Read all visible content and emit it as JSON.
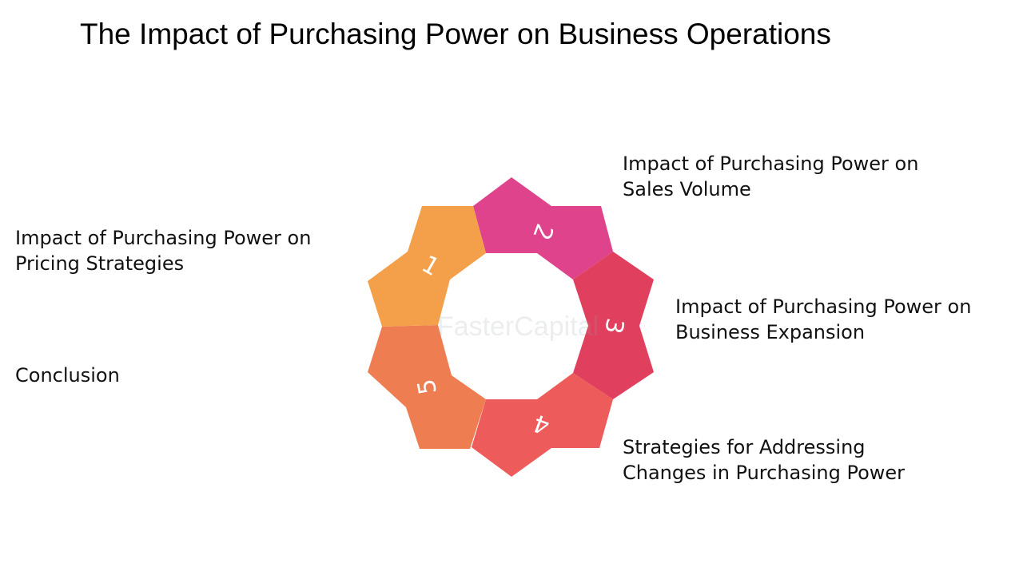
{
  "title": "The Impact of Purchasing Power on Business Operations",
  "watermark": "FasterCapital",
  "segments": [
    {
      "number": "1",
      "line1": "Impact of Purchasing Power on",
      "line2": "Pricing Strategies",
      "color": "#F4A04A"
    },
    {
      "number": "2",
      "line1": "Impact of Purchasing Power on",
      "line2": "Sales Volume",
      "color": "#DE438B"
    },
    {
      "number": "3",
      "line1": "Impact of Purchasing Power on",
      "line2": "Business Expansion",
      "color": "#E0405E"
    },
    {
      "number": "4",
      "line1": "Strategies for Addressing",
      "line2": "Changes in Purchasing Power",
      "color": "#EE5B5B"
    },
    {
      "number": "5",
      "line1": "Conclusion",
      "line2": "",
      "color": "#EE7E52"
    }
  ]
}
